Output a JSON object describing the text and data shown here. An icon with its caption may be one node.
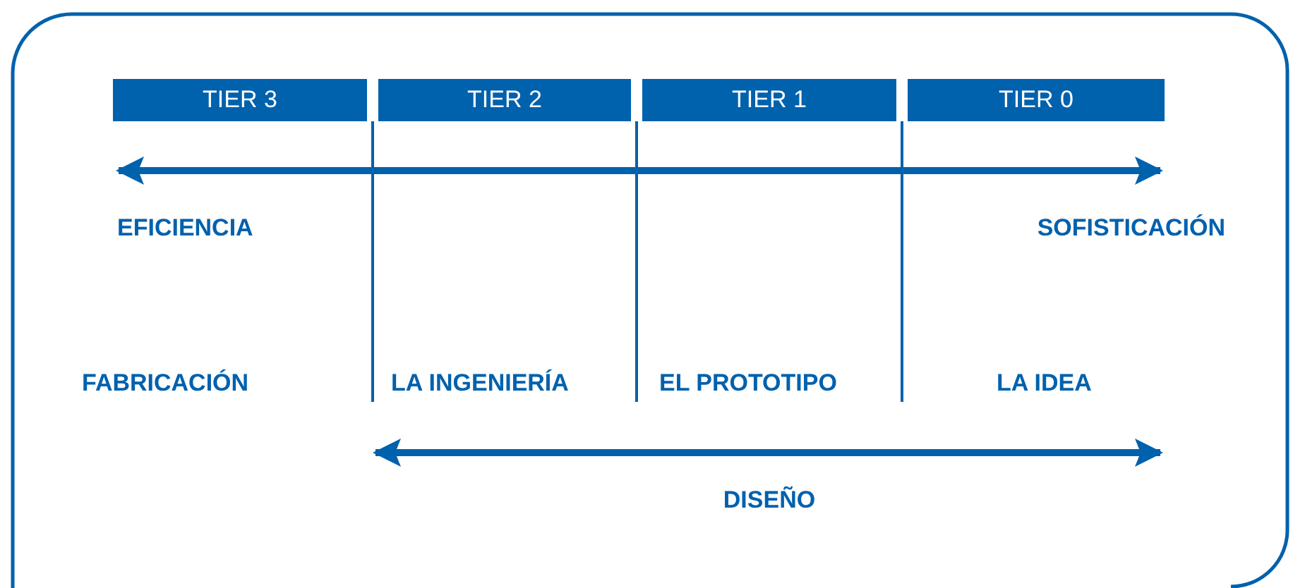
{
  "diagram": {
    "nodes": [
      {
        "text": [
          "TIER 3"
        ]
      },
      {
        "text": [
          "TIER 2"
        ]
      },
      {
        "text": [
          "TIER 1"
        ]
      },
      {
        "text": [
          "TIER 0"
        ]
      }
    ],
    "labels": [
      "EFICIENCIA",
      "SOFISTICACIÓN",
      "FABRICACIÓN",
      "LA INGENIERÍA",
      "EL PROTOTIPO",
      "LA IDEA",
      "DISEÑO"
    ]
  }
}
